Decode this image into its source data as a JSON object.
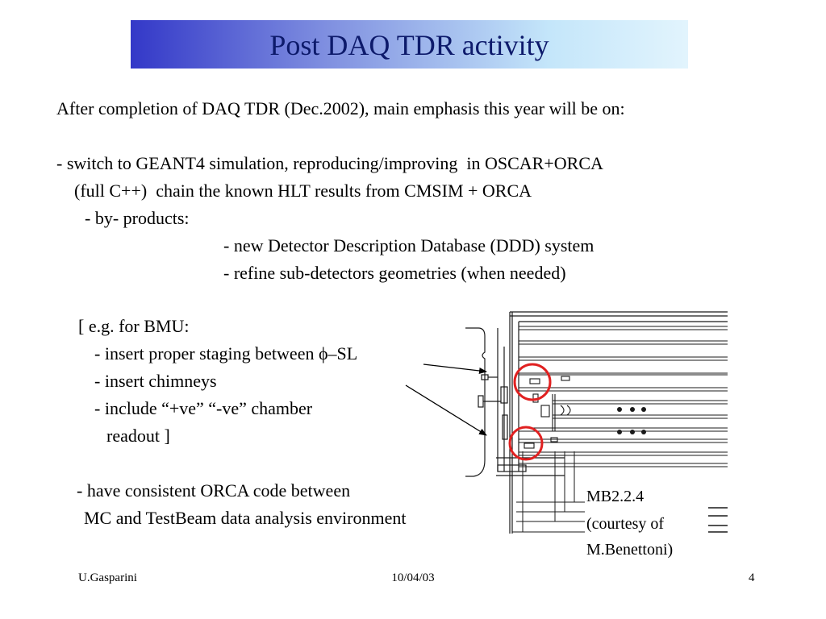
{
  "slide": {
    "title": "Post DAQ TDR activity",
    "title_gradient": {
      "start": "#3338c8",
      "end": "#e2f4fd"
    },
    "title_color": "#0d1a6b"
  },
  "body": {
    "lines": [
      "After completion of DAQ TDR (Dec.2002), main emphasis this year will be on:",
      "- switch to GEANT4 simulation, reproducing/improving  in OSCAR+ORCA",
      "(full C++)  chain the known HLT results from CMSIM + ORCA",
      "- by- products:",
      "- new Detector Description Database (DDD) system",
      "- refine sub-detectors geometries (when needed)",
      "[ e.g. for BMU:",
      "- insert proper staging between ϕ–SL",
      "- insert chimneys",
      "- include “+ve” “-ve” chamber",
      "readout ]",
      "- have consistent ORCA code between",
      "MC and TestBeam data analysis environment"
    ]
  },
  "caption": {
    "lines": [
      "MB2.2.4",
      "(courtesy of",
      "M.Benettoni)"
    ]
  },
  "footer": {
    "author": "U.Gasparini",
    "date": "10/04/03",
    "page": "4"
  },
  "annotation_color": "#e02020"
}
